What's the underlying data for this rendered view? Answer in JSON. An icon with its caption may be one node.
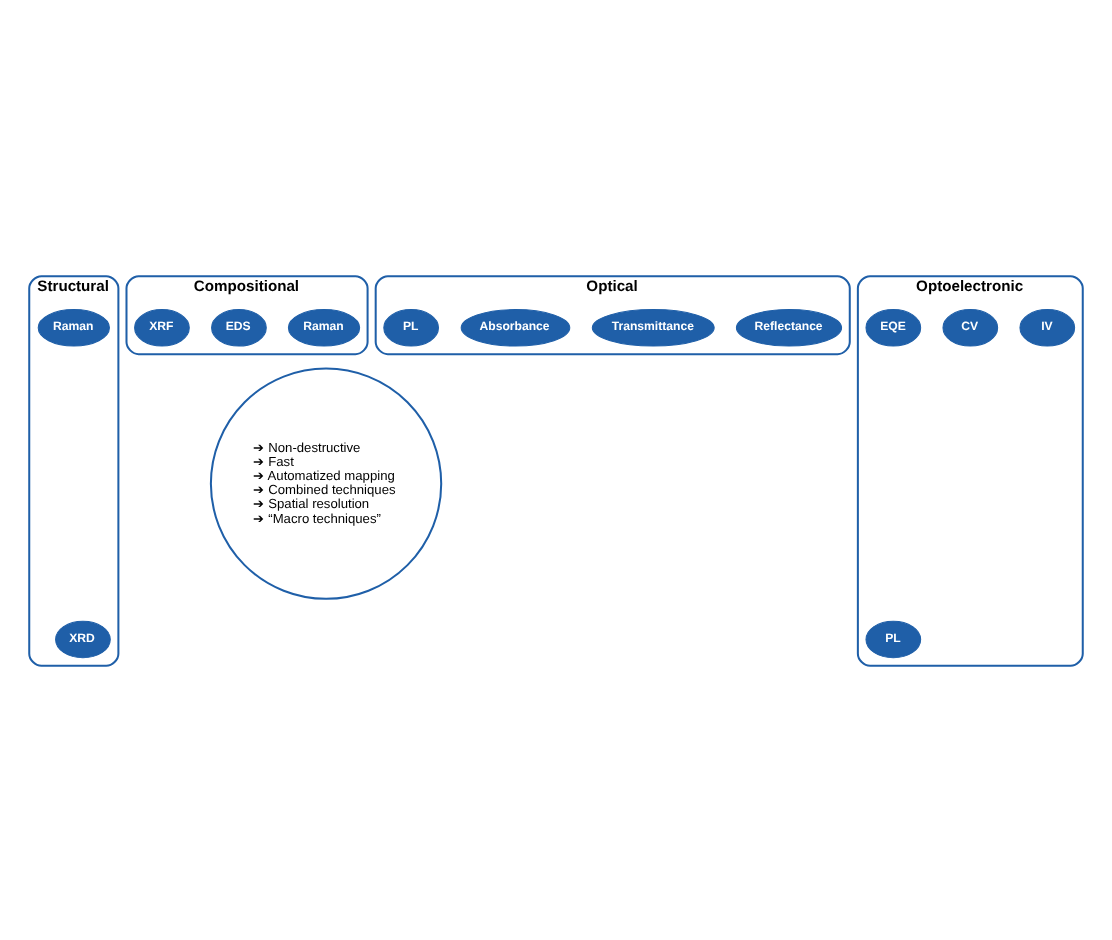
{
  "diagram": {
    "nodes": [
      {
        "text": [
          "Compositional"
        ]
      },
      {
        "text": [
          "Raman"
        ],
        "in": 0
      },
      {
        "text": [
          "EDS"
        ],
        "in": 0
      },
      {
        "text": [
          "XRF"
        ],
        "in": 0
      },
      {
        "text": [
          "Optical"
        ]
      },
      {
        "text": [
          "Reflectance"
        ],
        "in": 4
      },
      {
        "text": [
          "Transmittance"
        ],
        "in": 4
      },
      {
        "text": [
          "Absorbance"
        ],
        "in": 4
      },
      {
        "text": [
          "PL"
        ],
        "in": 4
      },
      {
        "text": [
          "➔ Non-destructive",
          "➔ Fast",
          "➔ Automatized mapping",
          "➔ Combined techniques",
          "➔ Spatial resolution",
          "➔ “Macro techniques”"
        ]
      },
      {
        "text": [
          "Structural"
        ]
      },
      {
        "text": [
          "XRD"
        ],
        "in": 10
      },
      {
        "text": [
          "Raman"
        ],
        "in": 10
      },
      {
        "text": [
          "Optoelectronic"
        ]
      },
      {
        "text": [
          "PL"
        ],
        "in": 13
      },
      {
        "text": [
          "IV"
        ],
        "in": 13
      },
      {
        "text": [
          "CV"
        ],
        "in": 13
      },
      {
        "text": [
          "EQE"
        ],
        "in": 13
      }
    ],
    "edges": []
  }
}
